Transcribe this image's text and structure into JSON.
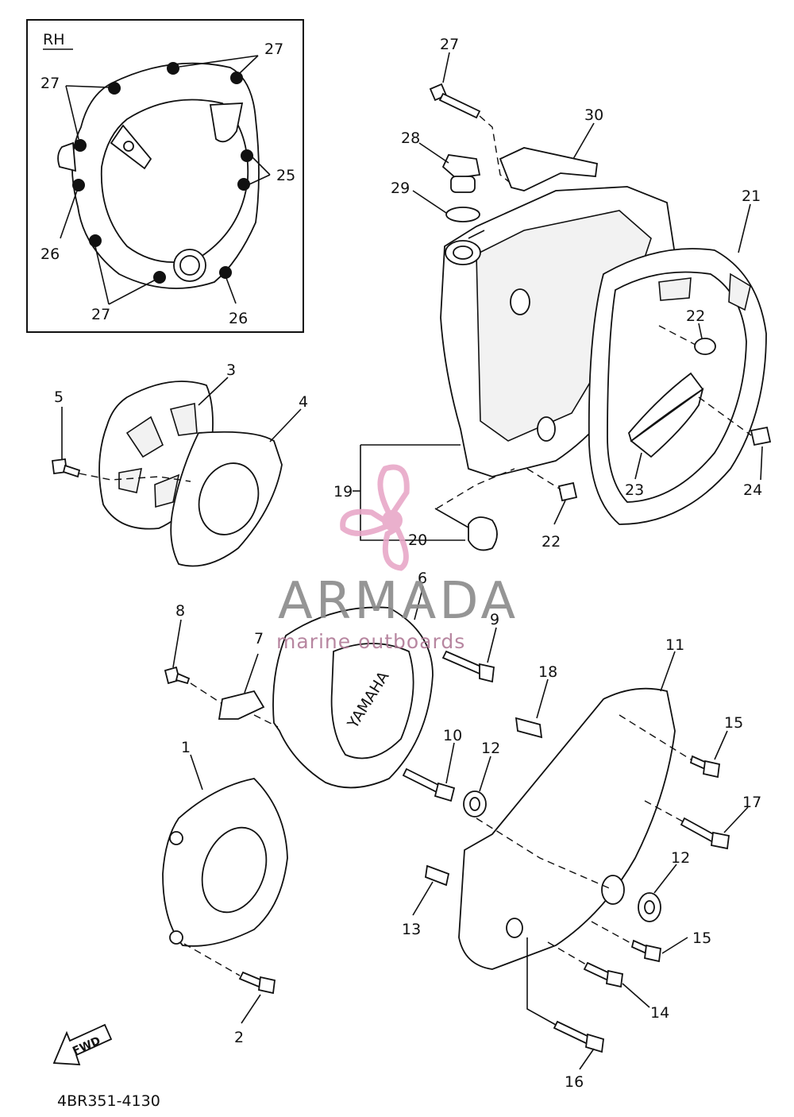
{
  "inset": {
    "title": "RH"
  },
  "callouts": {
    "c1": "1",
    "c2": "2",
    "c3": "3",
    "c4": "4",
    "c5": "5",
    "c6": "6",
    "c7": "7",
    "c8": "8",
    "c9": "9",
    "c10": "10",
    "c11": "11",
    "c12a": "12",
    "c12b": "12",
    "c13": "13",
    "c14": "14",
    "c15a": "15",
    "c15b": "15",
    "c16": "16",
    "c17": "17",
    "c18": "18",
    "c19": "19",
    "c20": "20",
    "c21": "21",
    "c22a": "22",
    "c22b": "22",
    "c23": "23",
    "c24": "24",
    "c25": "25",
    "c26a": "26",
    "c26b": "26",
    "c27a": "27",
    "c27b": "27",
    "c27c": "27",
    "c27d": "27",
    "c28": "28",
    "c29": "29",
    "c30": "30"
  },
  "cover_text": "YAMAHA",
  "fwd_arrow": "FWD",
  "watermark": {
    "title": "ARMADA",
    "subtitle": "marine outboards",
    "accent_color": "#e8a8c8"
  },
  "drawing_number": "4BR351-4130"
}
